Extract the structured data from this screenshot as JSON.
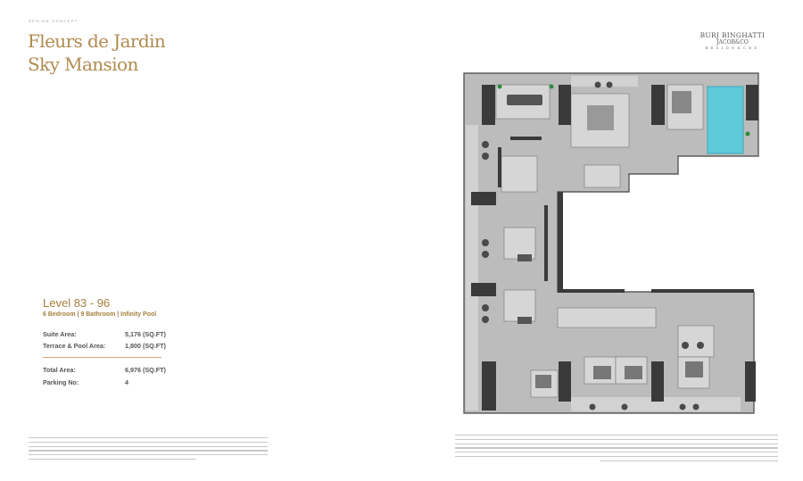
{
  "header": {
    "kicker": "DESIGN CONCEPT",
    "title_line1": "Fleurs de Jardin",
    "title_line2": "Sky Mansion"
  },
  "logo": {
    "line1": "BURJ BINGHATTI",
    "line2": "JACOB&CO",
    "line3": "RESIDENCES"
  },
  "unit": {
    "level": "Level 83 - 96",
    "summary": "6 Bedroom | 9 Bathroom | Infinity Pool",
    "rows": [
      {
        "label": "Suite Area:",
        "value": "5,176 (SQ.FT)"
      },
      {
        "label": "Terrace & Pool Area:",
        "value": "1,800 (SQ.FT)"
      },
      {
        "label": "Total Area:",
        "value": "6,976 (SQ.FT)"
      },
      {
        "label": "Parking No:",
        "value": "4"
      }
    ]
  },
  "colors": {
    "accent": "#b08a4e",
    "pool": "#5ec9d8",
    "wall": "#3a3a3a",
    "floor": "#b8b8b8"
  }
}
